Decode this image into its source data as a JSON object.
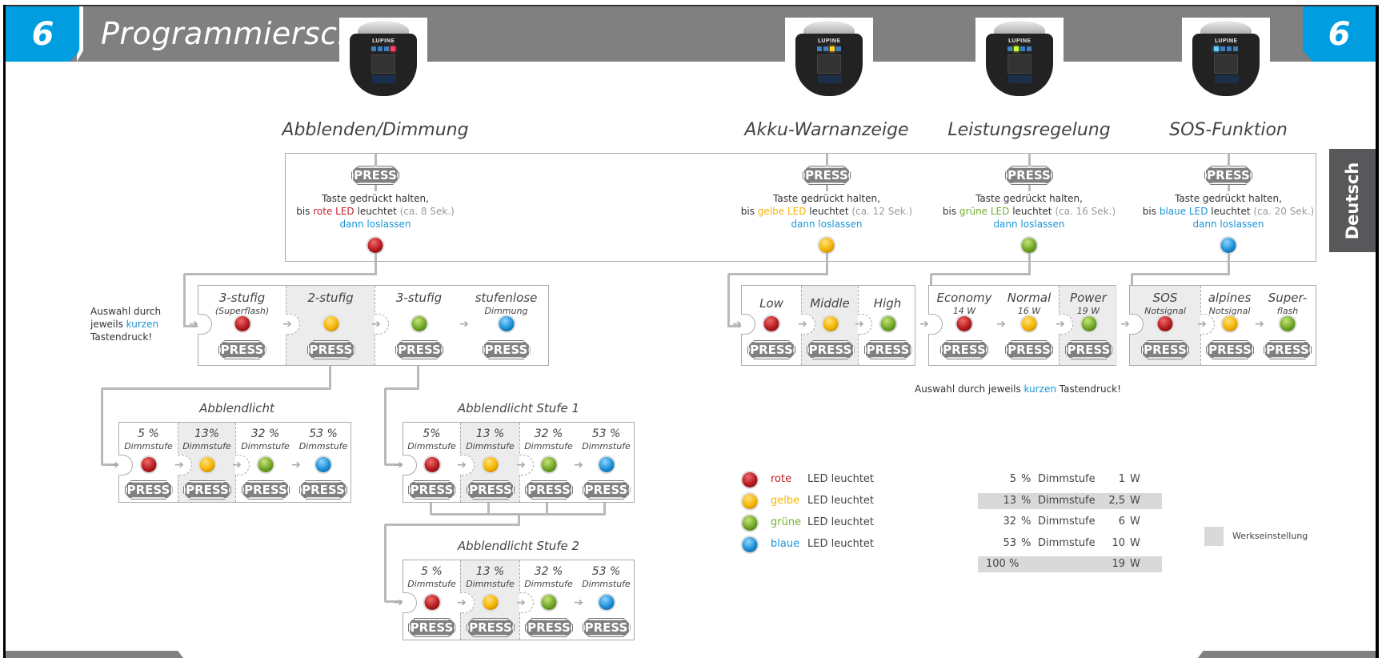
{
  "header": {
    "chapter_number": "6",
    "title": "Programmierschema",
    "language_tab": "Deutsch"
  },
  "sections": [
    {
      "title": "Abblenden/Dimmung",
      "press_label": "PRESS",
      "line1": "Taste gedrückt halten,",
      "line2_prefix": "bis ",
      "line2_led": "rote LED",
      "line2_mid": " leuchtet ",
      "line2_time": "(ca. 8 Sek.)",
      "line3": "dann loslassen",
      "led_color": "red",
      "led_hex": "#c8202a"
    },
    {
      "title": "Akku-Warnanzeige",
      "press_label": "PRESS",
      "line1": "Taste gedrückt halten,",
      "line2_prefix": "bis ",
      "line2_led": "gelbe LED",
      "line2_mid": " leuchtet ",
      "line2_time": "(ca. 12 Sek.)",
      "line3": "dann loslassen",
      "led_color": "yellow",
      "led_hex": "#f5b400"
    },
    {
      "title": "Leistungsregelung",
      "press_label": "PRESS",
      "line1": "Taste gedrückt halten,",
      "line2_prefix": "bis ",
      "line2_led": "grüne LED",
      "line2_mid": " leuchtet ",
      "line2_time": "(ca. 16 Sek.)",
      "line3": "dann loslassen",
      "led_color": "green",
      "led_hex": "#78b030"
    },
    {
      "title": "SOS-Funktion",
      "press_label": "PRESS",
      "line1": "Taste gedrückt halten,",
      "line2_prefix": "bis ",
      "line2_led": "blaue LED",
      "line2_mid": " leuchtet ",
      "line2_time": "(ca. 20 Sek.)",
      "line3": "dann loslassen",
      "led_color": "blue",
      "led_hex": "#1a95d6"
    }
  ],
  "lamp_brand": "LUPINE",
  "selection_note_left": {
    "line1": "Auswahl durch",
    "line2_prefix": "jeweils ",
    "line2_highlight": "kurzen",
    "line3": "Tastendruck!"
  },
  "selection_note_right": {
    "prefix": "Auswahl durch jeweils ",
    "highlight": "kurzen",
    "suffix": " Tastendruck!"
  },
  "mode_boxes": {
    "dimming": [
      {
        "title": "3-stufig",
        "sub": "(Superflash)",
        "led": "red",
        "default": false,
        "press": "PRESS"
      },
      {
        "title": "2-stufig",
        "sub": "",
        "led": "yellow",
        "default": true,
        "press": "PRESS"
      },
      {
        "title": "3-stufig",
        "sub": "",
        "led": "green",
        "default": false,
        "press": "PRESS"
      },
      {
        "title": "stufenlose",
        "sub": "Dimmung",
        "led": "blue",
        "default": false,
        "press": "PRESS"
      }
    ],
    "akku": [
      {
        "title": "Low",
        "sub": "",
        "led": "red",
        "default": false,
        "press": "PRESS"
      },
      {
        "title": "Middle",
        "sub": "",
        "led": "yellow",
        "default": true,
        "press": "PRESS"
      },
      {
        "title": "High",
        "sub": "",
        "led": "green",
        "default": false,
        "press": "PRESS"
      }
    ],
    "leistung": [
      {
        "title": "Economy",
        "sub": "14 W",
        "led": "red",
        "default": false,
        "press": "PRESS"
      },
      {
        "title": "Normal",
        "sub": "16 W",
        "led": "yellow",
        "default": false,
        "press": "PRESS"
      },
      {
        "title": "Power",
        "sub": "19 W",
        "led": "green",
        "default": true,
        "press": "PRESS"
      }
    ],
    "sos": [
      {
        "title": "SOS",
        "sub": "Notsignal",
        "led": "red",
        "default": true,
        "press": "PRESS"
      },
      {
        "title": "alpines",
        "sub": "Notsignal",
        "led": "yellow",
        "default": false,
        "press": "PRESS"
      },
      {
        "title": "Super-",
        "sub": "flash",
        "led": "green",
        "default": false,
        "press": "PRESS"
      }
    ],
    "abblendlicht": {
      "title": "Abblendlicht",
      "cells": [
        {
          "title": "5 %",
          "sub": "Dimmstufe",
          "led": "red",
          "default": false,
          "press": "PRESS"
        },
        {
          "title": "13%",
          "sub": "Dimmstufe",
          "led": "yellow",
          "default": true,
          "press": "PRESS"
        },
        {
          "title": "32 %",
          "sub": "Dimmstufe",
          "led": "green",
          "default": false,
          "press": "PRESS"
        },
        {
          "title": "53 %",
          "sub": "Dimmstufe",
          "led": "blue",
          "default": false,
          "press": "PRESS"
        }
      ]
    },
    "stufe1": {
      "title": "Abblendlicht Stufe 1",
      "cells": [
        {
          "title": "5%",
          "sub": "Dimmstufe",
          "led": "red",
          "default": false,
          "press": "PRESS"
        },
        {
          "title": "13 %",
          "sub": "Dimmstufe",
          "led": "yellow",
          "default": true,
          "press": "PRESS"
        },
        {
          "title": "32 %",
          "sub": "Dimmstufe",
          "led": "green",
          "default": false,
          "press": "PRESS"
        },
        {
          "title": "53 %",
          "sub": "Dimmstufe",
          "led": "blue",
          "default": false,
          "press": "PRESS"
        }
      ]
    },
    "stufe2": {
      "title": "Abblendlicht Stufe 2",
      "cells": [
        {
          "title": "5 %",
          "sub": "Dimmstufe",
          "led": "red",
          "default": false,
          "press": "PRESS"
        },
        {
          "title": "13 %",
          "sub": "Dimmstufe",
          "led": "yellow",
          "default": true,
          "press": "PRESS"
        },
        {
          "title": "32 %",
          "sub": "Dimmstufe",
          "led": "green",
          "default": false,
          "press": "PRESS"
        },
        {
          "title": "53 %",
          "sub": "Dimmstufe",
          "led": "blue",
          "default": false,
          "press": "PRESS"
        }
      ]
    }
  },
  "legend": [
    {
      "color_word": "rote",
      "text": "LED leuchtet",
      "led": "red",
      "hex": "#c8202a"
    },
    {
      "color_word": "gelbe",
      "text": "LED leuchtet",
      "led": "yellow",
      "hex": "#f5b400"
    },
    {
      "color_word": "grüne",
      "text": "LED leuchtet",
      "led": "green",
      "hex": "#78b030"
    },
    {
      "color_word": "blaue",
      "text": "LED leuchtet",
      "led": "blue",
      "hex": "#1a95d6"
    }
  ],
  "power_table": [
    {
      "percent": "5",
      "unit": "%",
      "label": "Dimmstufe",
      "watts": "1",
      "w": "W",
      "default": false
    },
    {
      "percent": "13",
      "unit": "%",
      "label": "Dimmstufe",
      "watts": "2,5",
      "w": "W",
      "default": true
    },
    {
      "percent": "32",
      "unit": "%",
      "label": "Dimmstufe",
      "watts": "6",
      "w": "W",
      "default": false
    },
    {
      "percent": "53",
      "unit": "%",
      "label": "Dimmstufe",
      "watts": "10",
      "w": "W",
      "default": false
    },
    {
      "percent": "100 %",
      "unit": "",
      "label": "",
      "watts": "19",
      "w": "W",
      "default": true
    }
  ],
  "factory_legend": "Werkseinstellung",
  "colors": {
    "accent_blue": "#009ee0",
    "header_gray": "#808080",
    "tab_gray": "#58585a",
    "default_shade": "#ececec"
  }
}
